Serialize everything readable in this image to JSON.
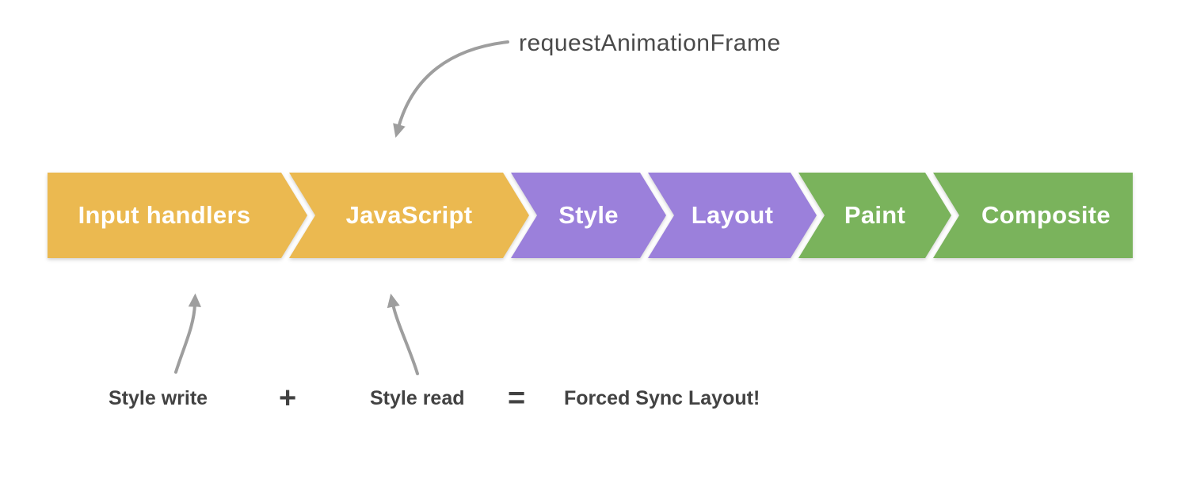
{
  "diagram": {
    "pipeline": {
      "segments": [
        {
          "label": "Input handlers",
          "color": "#EBB950"
        },
        {
          "label": "JavaScript",
          "color": "#EBB950"
        },
        {
          "label": "Style",
          "color": "#9B80DB"
        },
        {
          "label": "Layout",
          "color": "#9B80DB"
        },
        {
          "label": "Paint",
          "color": "#7AB35C"
        },
        {
          "label": "Composite",
          "color": "#7AB35C"
        }
      ]
    },
    "raf_annotation": {
      "label": "requestAnimationFrame"
    },
    "equation": {
      "style_write": "Style write",
      "plus": "+",
      "style_read": "Style read",
      "equals": "=",
      "result": "Forced Sync Layout!"
    },
    "colors": {
      "arrow": "#9E9E9E",
      "annotation_text": "#4A4A4A",
      "equation_text": "#424242",
      "segment_text": "#FFFFFF",
      "background": "#FFFFFF"
    }
  }
}
